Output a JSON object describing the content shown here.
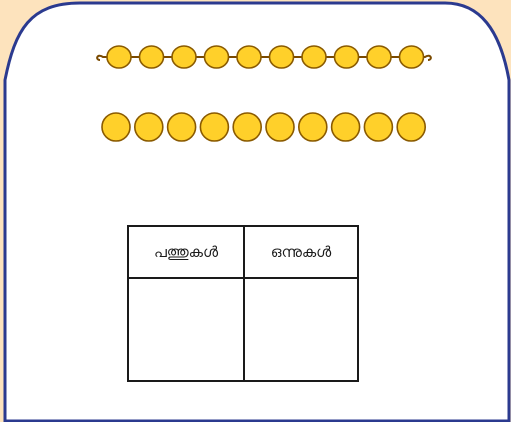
{
  "colors": {
    "background": "#fde3bd",
    "card_fill": "#ffffff",
    "card_border": "#2b3a8f",
    "bead_fill": "#ffd02a",
    "bead_stroke": "#8a5a00",
    "string": "#7a4a00",
    "table_line": "#1a1a1a"
  },
  "beads": {
    "strung_count": 10,
    "loose_count": 10
  },
  "place_value_table": {
    "headers": [
      "പത്തുകൾ",
      "ഒന്നുകൾ"
    ],
    "cells": [
      "",
      ""
    ]
  }
}
